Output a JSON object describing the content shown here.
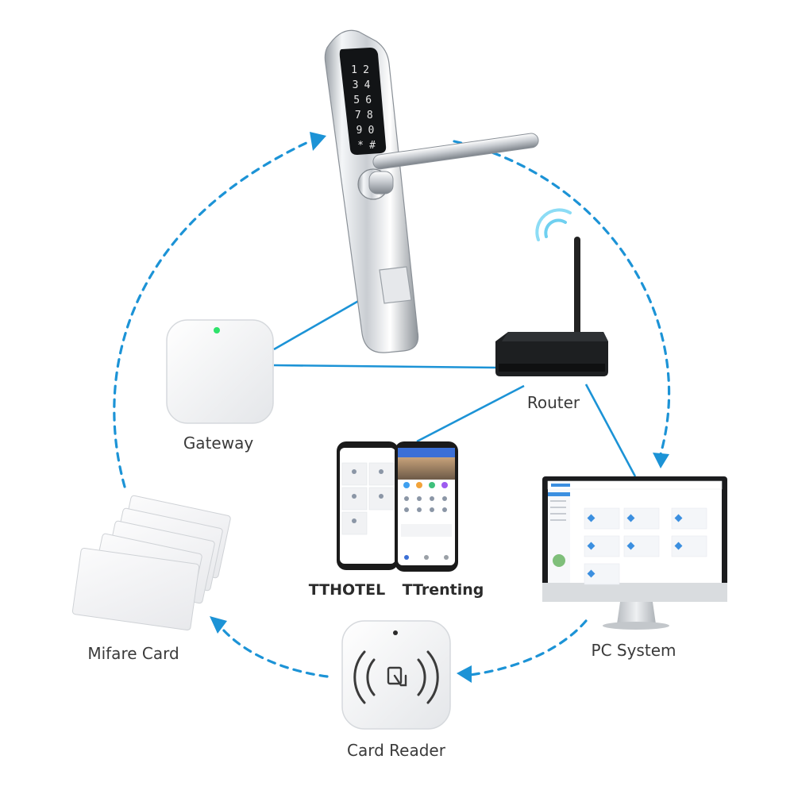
{
  "labels": {
    "gateway": "Gateway",
    "router": "Router",
    "tthotel": "TTHOTEL",
    "ttrenting": "TTrenting",
    "pc_system": "PC System",
    "mifare_card": "Mifare Card",
    "card_reader": "Card Reader"
  },
  "lock_keypad": {
    "keys": [
      "1",
      "2",
      "3",
      "4",
      "5",
      "6",
      "7",
      "8",
      "9",
      "0",
      "*",
      "#"
    ]
  },
  "colors": {
    "accent": "#1c93d6",
    "indicator": "#2ee26b",
    "text": "#3a3a3a"
  },
  "icons": {
    "wifi": "wifi-signal-icon",
    "nfc": "nfc-tap-icon"
  }
}
